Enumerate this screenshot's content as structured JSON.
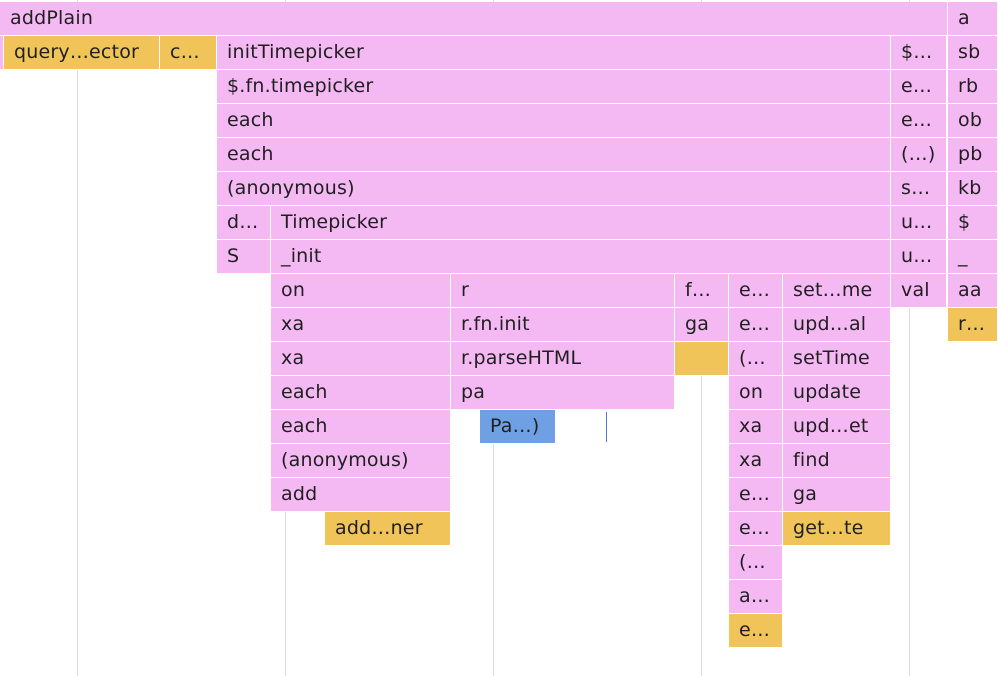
{
  "flame": {
    "colors": {
      "js": "#f4b8f2",
      "native": "#f0c458",
      "selected": "#6fa0e4"
    },
    "frames": [
      {
        "text": "addPlain",
        "color": "js"
      },
      {
        "text": "a",
        "color": "js"
      },
      {
        "text": "",
        "color": "js"
      },
      {
        "text": "query…ector",
        "color": "native"
      },
      {
        "text": "c…",
        "color": "native"
      },
      {
        "text": "initTimepicker",
        "color": "js"
      },
      {
        "text": "$…",
        "color": "js"
      },
      {
        "text": "sb",
        "color": "js"
      },
      {
        "text": "$.fn.timepicker",
        "color": "js"
      },
      {
        "text": "e…",
        "color": "js"
      },
      {
        "text": "rb",
        "color": "js"
      },
      {
        "text": "each",
        "color": "js"
      },
      {
        "text": "e…",
        "color": "js"
      },
      {
        "text": "ob",
        "color": "js"
      },
      {
        "text": "each",
        "color": "js"
      },
      {
        "text": "(…)",
        "color": "js"
      },
      {
        "text": "pb",
        "color": "js"
      },
      {
        "text": "(anonymous)",
        "color": "js"
      },
      {
        "text": "s…",
        "color": "js"
      },
      {
        "text": "kb",
        "color": "js"
      },
      {
        "text": "d…",
        "color": "js"
      },
      {
        "text": "Timepicker",
        "color": "js"
      },
      {
        "text": "u…",
        "color": "js"
      },
      {
        "text": "$",
        "color": "js"
      },
      {
        "text": "S",
        "color": "js"
      },
      {
        "text": "_init",
        "color": "js"
      },
      {
        "text": "u…",
        "color": "js"
      },
      {
        "text": "_",
        "color": "js"
      },
      {
        "text": "on",
        "color": "js"
      },
      {
        "text": "r",
        "color": "js"
      },
      {
        "text": "f…",
        "color": "js"
      },
      {
        "text": "e…",
        "color": "js"
      },
      {
        "text": "set…me",
        "color": "js"
      },
      {
        "text": "val",
        "color": "js"
      },
      {
        "text": "aa",
        "color": "js"
      },
      {
        "text": "xa",
        "color": "js"
      },
      {
        "text": "r.fn.init",
        "color": "js"
      },
      {
        "text": "ga",
        "color": "js"
      },
      {
        "text": "e…",
        "color": "js"
      },
      {
        "text": "upd…al",
        "color": "js"
      },
      {
        "text": "r…",
        "color": "native"
      },
      {
        "text": "xa",
        "color": "js"
      },
      {
        "text": "r.parseHTML",
        "color": "js"
      },
      {
        "text": "",
        "color": "native"
      },
      {
        "text": "(…",
        "color": "js"
      },
      {
        "text": "setTime",
        "color": "js"
      },
      {
        "text": "each",
        "color": "js"
      },
      {
        "text": "pa",
        "color": "js"
      },
      {
        "text": "on",
        "color": "js"
      },
      {
        "text": "update",
        "color": "js"
      },
      {
        "text": "each",
        "color": "js"
      },
      {
        "text": "Pa…)",
        "color": "selected"
      },
      {
        "text": "xa",
        "color": "js"
      },
      {
        "text": "upd…et",
        "color": "js"
      },
      {
        "text": "(anonymous)",
        "color": "js"
      },
      {
        "text": "xa",
        "color": "js"
      },
      {
        "text": "find",
        "color": "js"
      },
      {
        "text": "add",
        "color": "js"
      },
      {
        "text": "e…",
        "color": "js"
      },
      {
        "text": "ga",
        "color": "js"
      },
      {
        "text": "add…ner",
        "color": "native"
      },
      {
        "text": "e…",
        "color": "js"
      },
      {
        "text": "get…te",
        "color": "native"
      },
      {
        "text": "(…",
        "color": "js"
      },
      {
        "text": "a…",
        "color": "js"
      },
      {
        "text": "e…",
        "color": "native"
      }
    ]
  }
}
